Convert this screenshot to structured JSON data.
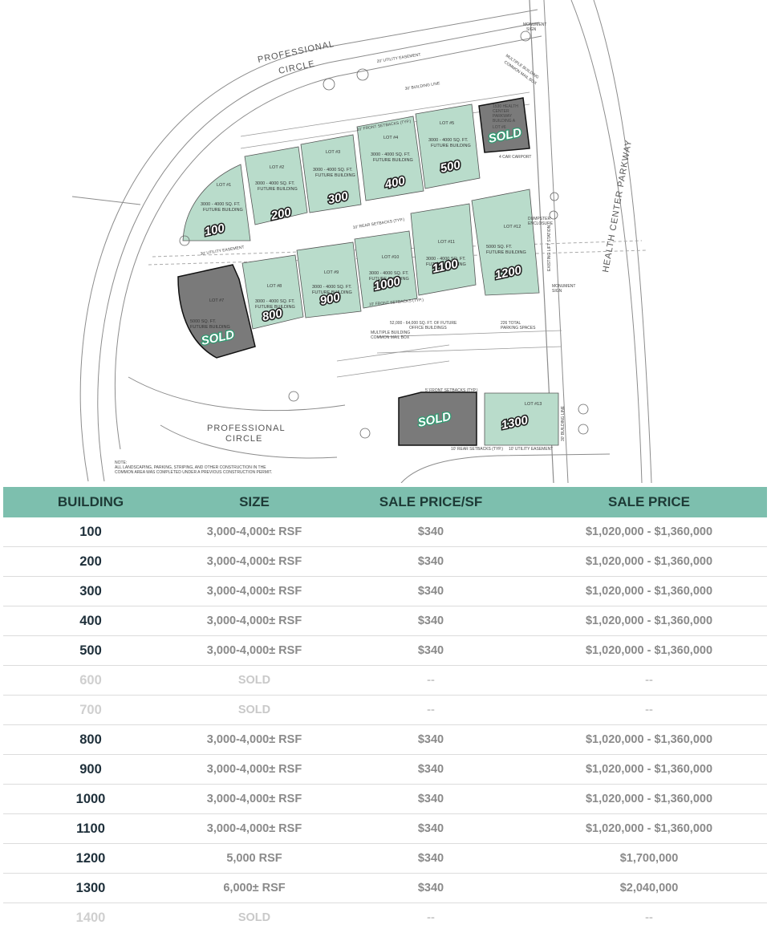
{
  "plan": {
    "streets": {
      "professional_circle_top": "PROFESSIONAL",
      "professional_circle_top2": "CIRCLE",
      "professional_circle_bottom": "PROFESSIONAL",
      "professional_circle_bottom2": "CIRCLE",
      "health_center_parkway": "HEALTH CENTER PARKWAY"
    },
    "callouts": {
      "utility_easement_top": "20' UTILITY EASEMENT",
      "building_line_top": "30' BUILDING LINE",
      "front_setbacks_top": "10' FRONT SETBACKS (TYP.)",
      "rear_setbacks_mid": "10' REAR SETBACKS (TYP.)",
      "utility_easement_mid": "30' UTILITY EASEMENT",
      "front_setbacks_mid": "10' FRONT SETBACKS (TYP.)",
      "future_office": "52,000 - 64,000 SQ. FT. OF FUTURE",
      "future_office2": "OFFICE BUILDINGS",
      "parking_total": "226 TOTAL",
      "parking_total2": "PARKING SPACES",
      "mailbox": "MULTIPLE BUILDING",
      "mailbox2": "COMMON MAIL BOX",
      "mailbox_top": "MULTIPLE BUILDING",
      "mailbox_top2": "COMMON MAIL BOX",
      "monument_top": "MONUMENT",
      "monument_top2": "SIGN",
      "monument_mid": "MONUMENT",
      "monument_mid2": "SIGN",
      "dumpster": "DUMPSTER",
      "dumpster2": "ENCLOSURE",
      "lift": "EXISTING LIFT STATION",
      "front_setbacks_bottom": "5' FRONT SETBACKS (TYP.)",
      "rear_setbacks_bottom": "10' REAR SETBACKS (TYP.)",
      "utility_easement_bottom": "10' UTILITY EASEMENT",
      "building_line_right": "30' BUILDING LINE",
      "carport": "4 CAR CARPORT",
      "existing_bldg": "1530 HEALTH",
      "existing_bldg2": "CENTER",
      "existing_bldg3": "PARKWAY",
      "existing_bldg4": "BUILDING A",
      "existing_bldg5": "LOT #6"
    },
    "note": {
      "title": "NOTE:",
      "line1": "ALL LANDSCAPING, PARKING, STRIPING, AND OTHER CONSTRUCTION IN THE",
      "line2": "COMMON AREA WAS COMPLETED UNDER A PREVIOUS CONSTRUCTION PERMIT."
    },
    "lots": {
      "lot1": {
        "name": "LOT #1",
        "desc": "3000 - 4000 SQ. FT.",
        "desc2": "FUTURE BUILDING",
        "number": "100"
      },
      "lot2": {
        "name": "LOT #2",
        "desc": "3000 - 4000 SQ. FT.",
        "desc2": "FUTURE BUILDING",
        "number": "200"
      },
      "lot3": {
        "name": "LOT #3",
        "desc": "3000 - 4000 SQ. FT.",
        "desc2": "FUTURE BUILDING",
        "number": "300"
      },
      "lot4": {
        "name": "LOT #4",
        "desc": "3000 - 4000 SQ. FT.",
        "desc2": "FUTURE BUILDING",
        "number": "400"
      },
      "lot5": {
        "name": "LOT #5",
        "desc": "3000 - 4000 SQ. FT.",
        "desc2": "FUTURE BUILDING",
        "number": "500"
      },
      "lot7": {
        "name": "LOT #7",
        "desc": "5000 SQ. FT.",
        "desc2": "FUTURE BUILDING"
      },
      "lot8": {
        "name": "LOT #8",
        "desc": "3000 - 4000 SQ. FT.",
        "desc2": "FUTURE BUILDING",
        "number": "800"
      },
      "lot9": {
        "name": "LOT #9",
        "desc": "3000 - 4000 SQ. FT.",
        "desc2": "FUTURE BUILDING",
        "number": "900"
      },
      "lot10": {
        "name": "LOT #10",
        "desc": "3000 - 4000 SQ. FT.",
        "desc2": "FUTURE BUILDING",
        "number": "1000"
      },
      "lot11": {
        "name": "LOT #11",
        "desc": "3000 - 4000 SQ. FT.",
        "desc2": "FUTURE BUILDING",
        "number": "1100"
      },
      "lot12": {
        "name": "LOT #12",
        "desc": "5000 SQ. FT.",
        "desc2": "FUTURE BUILDING",
        "number": "1200"
      },
      "lot13": {
        "name": "LOT #13",
        "number": "1300"
      }
    },
    "sold_label": "SOLD",
    "colors": {
      "available": "#b9dccb",
      "sold": "#7a7a7a",
      "accent": "#7dbfae"
    }
  },
  "table": {
    "headers": {
      "building": "BUILDING",
      "size": "SIZE",
      "price_sf": "SALE PRICE/SF",
      "price": "SALE PRICE"
    },
    "rows": [
      {
        "building": "100",
        "size": "3,000-4,000± RSF",
        "price_sf": "$340",
        "price": "$1,020,000 - $1,360,000"
      },
      {
        "building": "200",
        "size": "3,000-4,000± RSF",
        "price_sf": "$340",
        "price": "$1,020,000 - $1,360,000"
      },
      {
        "building": "300",
        "size": "3,000-4,000± RSF",
        "price_sf": "$340",
        "price": "$1,020,000 - $1,360,000"
      },
      {
        "building": "400",
        "size": "3,000-4,000± RSF",
        "price_sf": "$340",
        "price": "$1,020,000 - $1,360,000"
      },
      {
        "building": "500",
        "size": "3,000-4,000± RSF",
        "price_sf": "$340",
        "price": "$1,020,000 - $1,360,000"
      },
      {
        "building": "600",
        "size": "SOLD",
        "price_sf": "--",
        "price": "--"
      },
      {
        "building": "700",
        "size": "SOLD",
        "price_sf": "--",
        "price": "--"
      },
      {
        "building": "800",
        "size": "3,000-4,000± RSF",
        "price_sf": "$340",
        "price": "$1,020,000 - $1,360,000"
      },
      {
        "building": "900",
        "size": "3,000-4,000± RSF",
        "price_sf": "$340",
        "price": "$1,020,000 - $1,360,000"
      },
      {
        "building": "1000",
        "size": "3,000-4,000± RSF",
        "price_sf": "$340",
        "price": "$1,020,000 - $1,360,000"
      },
      {
        "building": "1100",
        "size": "3,000-4,000± RSF",
        "price_sf": "$340",
        "price": "$1,020,000 - $1,360,000"
      },
      {
        "building": "1200",
        "size": "5,000 RSF",
        "price_sf": "$340",
        "price": "$1,700,000"
      },
      {
        "building": "1300",
        "size": "6,000± RSF",
        "price_sf": "$340",
        "price": "$2,040,000"
      },
      {
        "building": "1400",
        "size": "SOLD",
        "price_sf": "--",
        "price": "--"
      }
    ]
  }
}
